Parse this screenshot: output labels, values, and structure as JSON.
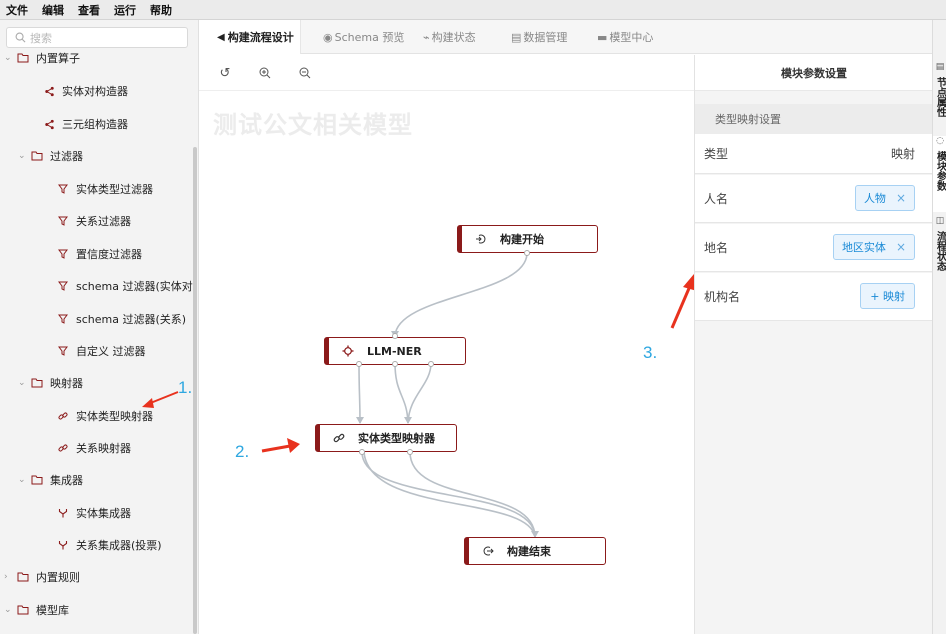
{
  "menubar": {
    "items": [
      "文件",
      "编辑",
      "查看",
      "运行",
      "帮助"
    ]
  },
  "sidebar": {
    "search_placeholder": "搜索",
    "items": [
      {
        "label": "内置算子",
        "level": 0,
        "type": "folder",
        "expanded": true
      },
      {
        "label": "实体对构造器",
        "level": 2,
        "type": "share"
      },
      {
        "label": "三元组构造器",
        "level": 2,
        "type": "share"
      },
      {
        "label": "过滤器",
        "level": 1,
        "type": "folder",
        "expanded": true
      },
      {
        "label": "实体类型过滤器",
        "level": 2,
        "type": "filter"
      },
      {
        "label": "关系过滤器",
        "level": 2,
        "type": "filter"
      },
      {
        "label": "置信度过滤器",
        "level": 2,
        "type": "filter"
      },
      {
        "label": "schema 过滤器(实体对)",
        "level": 2,
        "type": "filter"
      },
      {
        "label": "schema 过滤器(关系)",
        "level": 2,
        "type": "filter"
      },
      {
        "label": "自定义 过滤器",
        "level": 2,
        "type": "filter"
      },
      {
        "label": "映射器",
        "level": 1,
        "type": "folder",
        "expanded": true
      },
      {
        "label": "实体类型映射器",
        "level": 2,
        "type": "link"
      },
      {
        "label": "关系映射器",
        "level": 2,
        "type": "link"
      },
      {
        "label": "集成器",
        "level": 1,
        "type": "folder",
        "expanded": true
      },
      {
        "label": "实体集成器",
        "level": 2,
        "type": "merge"
      },
      {
        "label": "关系集成器(投票)",
        "level": 2,
        "type": "merge"
      },
      {
        "label": "内置规则",
        "level": 0,
        "type": "folder",
        "expanded": false
      },
      {
        "label": "模型库",
        "level": 0,
        "type": "folder",
        "expanded": true
      }
    ]
  },
  "tabs": [
    {
      "label": "构建流程设计",
      "icon": "send-icon",
      "active": true
    },
    {
      "label": "Schema 预览",
      "icon": "eye-icon",
      "active": false
    },
    {
      "label": "构建状态",
      "icon": "wave-icon",
      "active": false
    },
    {
      "label": "数据管理",
      "icon": "doc-icon",
      "active": false
    },
    {
      "label": "模型中心",
      "icon": "monitor-icon",
      "active": false
    }
  ],
  "canvas": {
    "title": "测试公文相关模型",
    "nodes": [
      {
        "id": "start",
        "label": "构建开始",
        "icon": "start-icon"
      },
      {
        "id": "ner",
        "label": "LLM-NER",
        "icon": "gear-icon"
      },
      {
        "id": "mapper",
        "label": "实体类型映射器",
        "icon": "link-icon"
      },
      {
        "id": "end",
        "label": "构建结束",
        "icon": "end-icon"
      }
    ]
  },
  "annotations": [
    "1.",
    "2.",
    "3."
  ],
  "panel": {
    "header": "模块参数设置",
    "section": "类型映射设置",
    "type_row": {
      "label": "类型",
      "value": "映射"
    },
    "rows": [
      {
        "label": "人名",
        "tag": "人物"
      },
      {
        "label": "地名",
        "tag": "地区实体"
      },
      {
        "label": "机构名",
        "button": "+ 映射"
      }
    ]
  },
  "vtabs": [
    {
      "label": "节点属性",
      "icon": "doc-icon"
    },
    {
      "label": "模块参数",
      "icon": "chat-icon",
      "active": true
    },
    {
      "label": "流程状态",
      "icon": "status-icon"
    }
  ],
  "colors": {
    "node_border": "#8b1a1a",
    "annotation_blue": "#2ea7e0",
    "arrow_red": "#e8321e",
    "tag_blue": "#1a8ad6"
  }
}
